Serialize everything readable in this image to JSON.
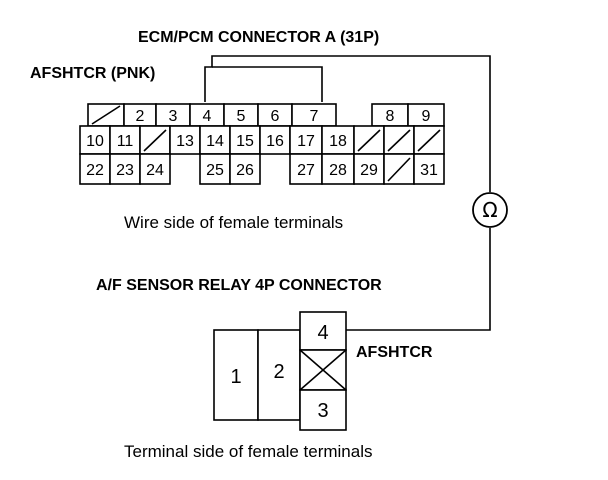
{
  "labels": {
    "ecm_connector": "ECM/PCM CONNECTOR A (31P)",
    "afshtcr_pnk": "AFSHTCR (PNK)",
    "wire_side": "Wire side of female terminals",
    "relay_connector": "A/F SENSOR RELAY 4P CONNECTOR",
    "afshtcr": "AFSHTCR",
    "terminal_side": "Terminal side of female terminals",
    "ohm_symbol": "Ω"
  },
  "ecm_pins": {
    "row1": [
      "",
      "2",
      "3",
      "4",
      "5",
      "6",
      "7",
      "8",
      "9"
    ],
    "row2": [
      "10",
      "11",
      "",
      "13",
      "14",
      "15",
      "16",
      "17",
      "18",
      "",
      "",
      ""
    ],
    "row3": [
      "22",
      "23",
      "24",
      "25",
      "26",
      "27",
      "28",
      "29",
      "",
      "31"
    ]
  },
  "relay_pins": {
    "p1": "1",
    "p2": "2",
    "p3": "3",
    "p4": "4"
  }
}
